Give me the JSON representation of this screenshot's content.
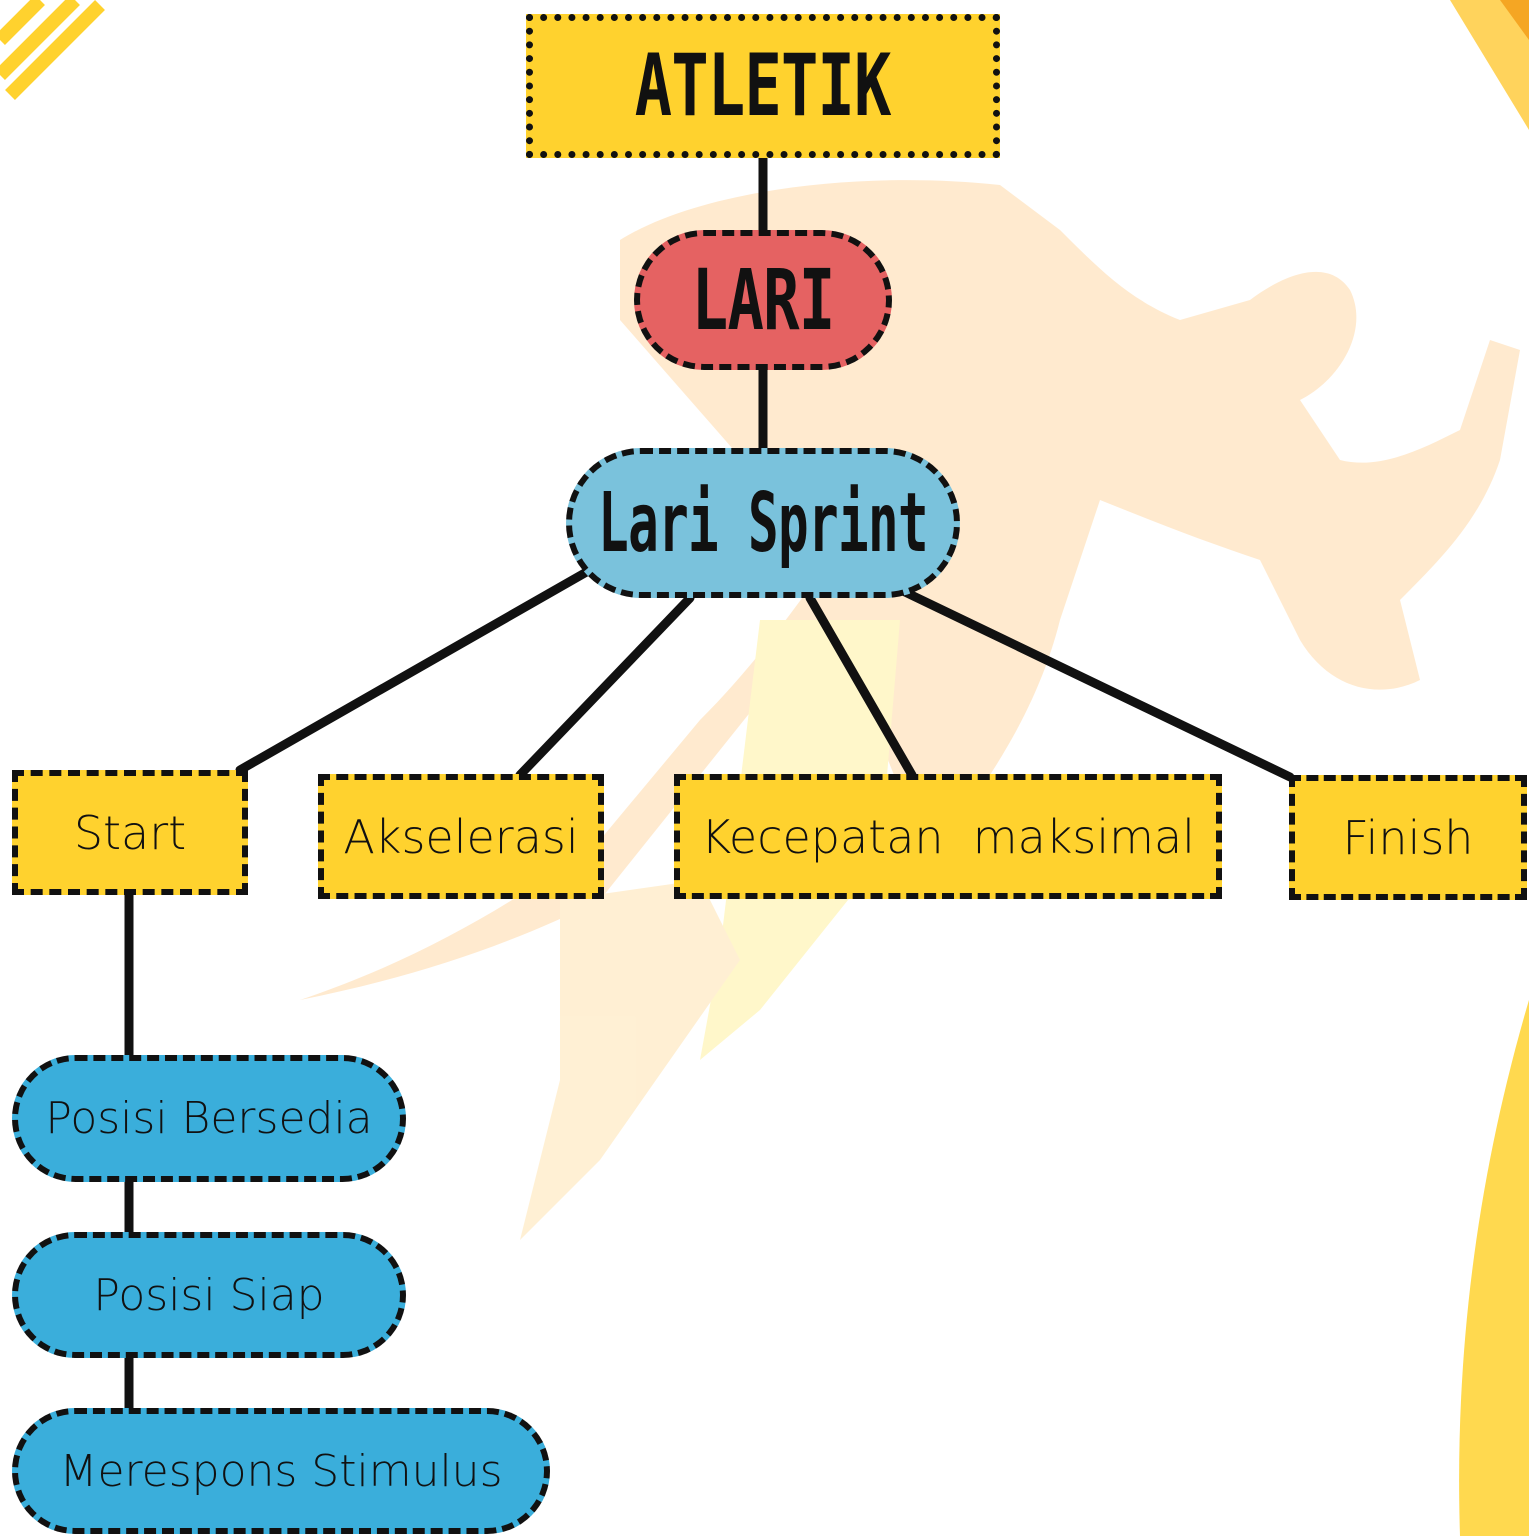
{
  "diagram": {
    "root": {
      "label": "ATLETIK",
      "color": "#ffd22e"
    },
    "level1": {
      "label": "LARI",
      "color": "#e56262"
    },
    "level2": {
      "label": "Lari Sprint",
      "color": "#7ac2dc"
    },
    "phases": [
      {
        "label": "Start"
      },
      {
        "label": "Akselerasi"
      },
      {
        "label": "Kecepatan  maksimal"
      },
      {
        "label": "Finish"
      }
    ],
    "start_steps": [
      {
        "label": "Posisi Bersedia"
      },
      {
        "label": "Posisi Siap"
      },
      {
        "label": "Merespons Stimulus"
      }
    ],
    "colors": {
      "box_yellow": "#ffd22e",
      "step_blue": "#3aaedb",
      "line": "#111111",
      "bg_accent": "#ffd35c"
    }
  }
}
